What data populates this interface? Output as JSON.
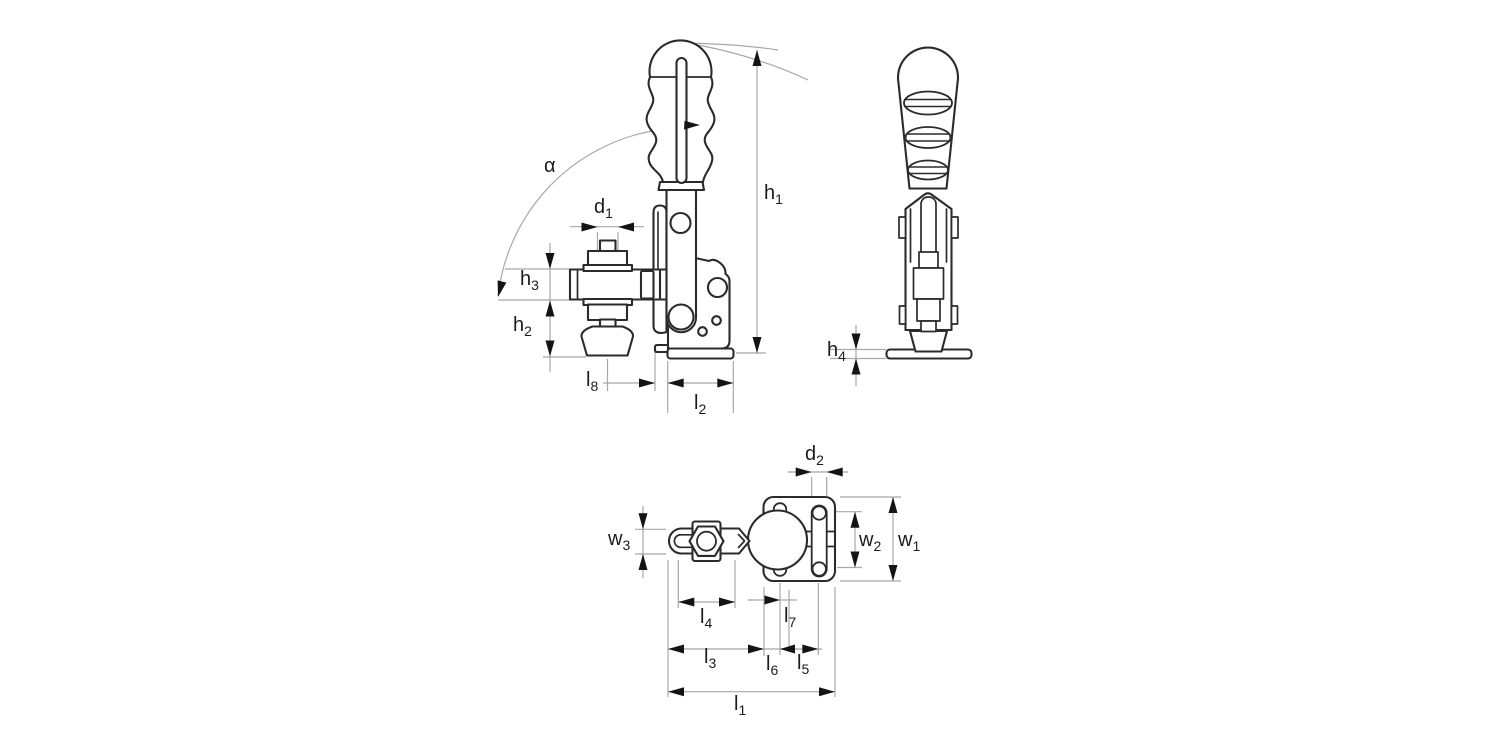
{
  "drawing": {
    "subject": "vertical toggle clamp technical drawing, three orthographic views"
  },
  "colors": {
    "part_line": "#2b2b2b",
    "dim_line": "#a8a8a8",
    "arrow": "#141414",
    "background": "#ffffff"
  },
  "dimensions": {
    "alpha": {
      "main": "α",
      "sub": ""
    },
    "d1": {
      "main": "d",
      "sub": "1"
    },
    "d2": {
      "main": "d",
      "sub": "2"
    },
    "h1": {
      "main": "h",
      "sub": "1"
    },
    "h2": {
      "main": "h",
      "sub": "2"
    },
    "h3": {
      "main": "h",
      "sub": "3"
    },
    "h4": {
      "main": "h",
      "sub": "4"
    },
    "l1": {
      "main": "l",
      "sub": "1"
    },
    "l2": {
      "main": "l",
      "sub": "2"
    },
    "l3": {
      "main": "l",
      "sub": "3"
    },
    "l4": {
      "main": "l",
      "sub": "4"
    },
    "l5": {
      "main": "l",
      "sub": "5"
    },
    "l6": {
      "main": "l",
      "sub": "6"
    },
    "l7": {
      "main": "l",
      "sub": "7"
    },
    "l8": {
      "main": "l",
      "sub": "8"
    },
    "w1": {
      "main": "w",
      "sub": "1"
    },
    "w2": {
      "main": "w",
      "sub": "2"
    },
    "w3": {
      "main": "w",
      "sub": "3"
    }
  }
}
